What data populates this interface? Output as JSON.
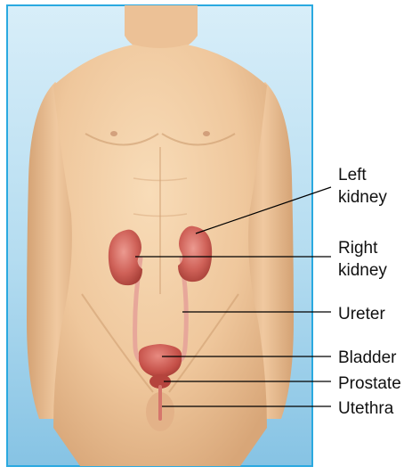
{
  "labels": {
    "left_kidney_line1": "Left",
    "left_kidney_line2": "kidney",
    "right_kidney_line1": "Right",
    "right_kidney_line2": "kidney",
    "ureter": "Ureter",
    "bladder": "Bladder",
    "prostate": "Prostate",
    "urethra": "Utethra"
  },
  "colors": {
    "frame_border": "#2aa9e0",
    "background_top": "#cfe9f6",
    "background_bottom": "#8fc8e6",
    "skin": "#f2cfa6",
    "skin_shadow": "#d9a97a",
    "organ": "#c9574f",
    "organ_light": "#e89086",
    "leader_line": "#000000",
    "label_text": "#111111"
  }
}
